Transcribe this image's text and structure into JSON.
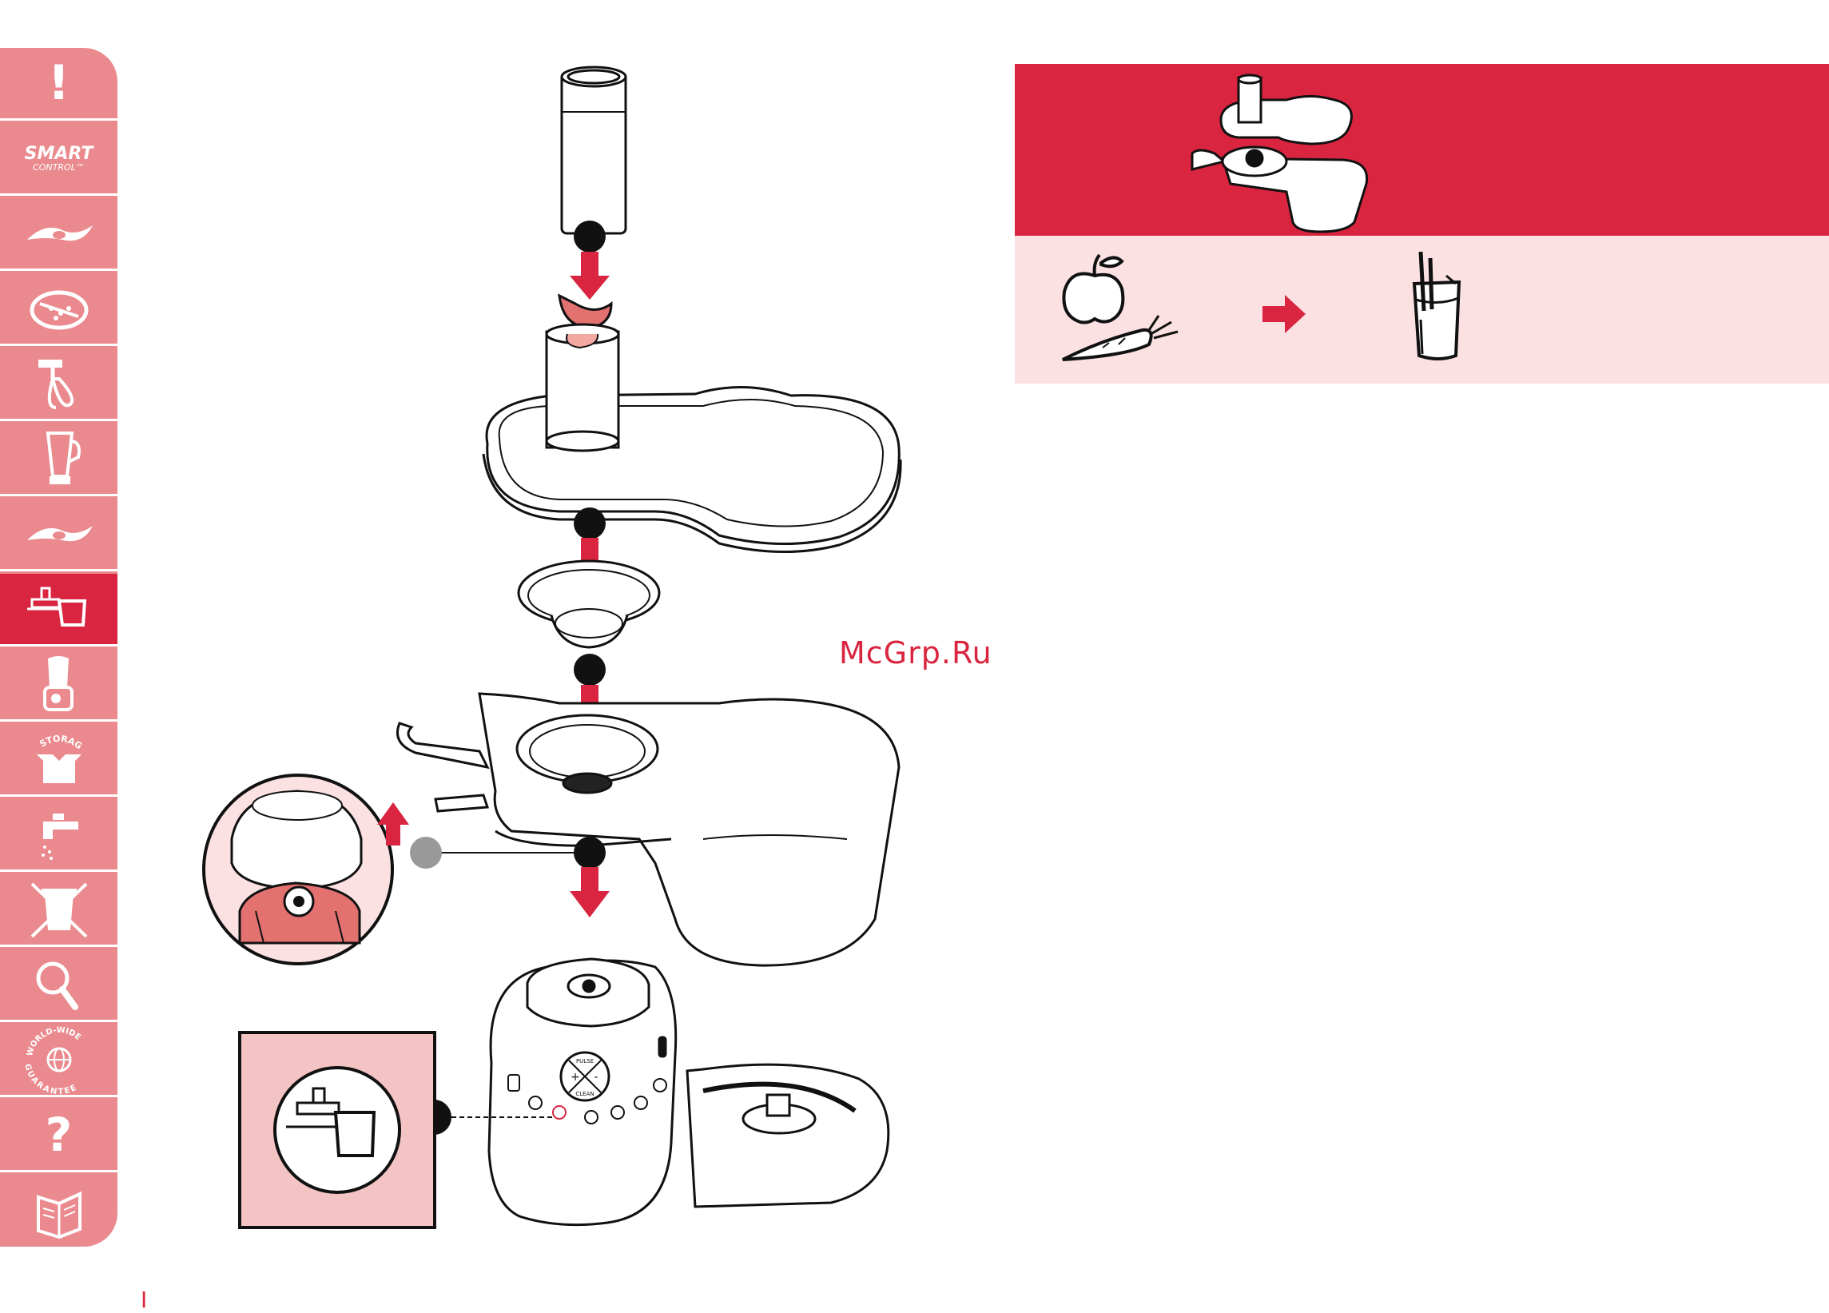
{
  "sidebar": {
    "tabs": [
      {
        "icon": "warning-icon",
        "text": "!"
      },
      {
        "icon": "smart-control-icon",
        "text": "SMART",
        "sub": "CONTROL™"
      },
      {
        "icon": "blade-icon"
      },
      {
        "icon": "disc-icon"
      },
      {
        "icon": "whisk-icon"
      },
      {
        "icon": "blender-icon"
      },
      {
        "icon": "blade-2-icon"
      },
      {
        "icon": "juicer-icon",
        "active": true
      },
      {
        "icon": "mincer-icon"
      },
      {
        "icon": "storage-icon",
        "label": "STORAGE"
      },
      {
        "icon": "tap-icon"
      },
      {
        "icon": "bin-crossed-icon"
      },
      {
        "icon": "magnifier-icon"
      },
      {
        "icon": "world-wide-guarantee-icon",
        "label_top": "WORLD-WIDE",
        "label_bottom": "GUARANTEE"
      },
      {
        "icon": "question-icon",
        "text": "?"
      },
      {
        "icon": "manual-book-icon"
      }
    ]
  },
  "diagram": {
    "control_labels": {
      "top": "PULSE",
      "bottom": "CLEAN",
      "plus": "+",
      "minus": "-"
    }
  },
  "watermark": "McGrp.Ru",
  "page_marker": "I",
  "colors": {
    "accent": "#d92540",
    "sidebar": "#ea8a8e",
    "band_light": "#fbe1e1",
    "inset_pink": "#f4c4c4",
    "step_marker": "#111111"
  }
}
